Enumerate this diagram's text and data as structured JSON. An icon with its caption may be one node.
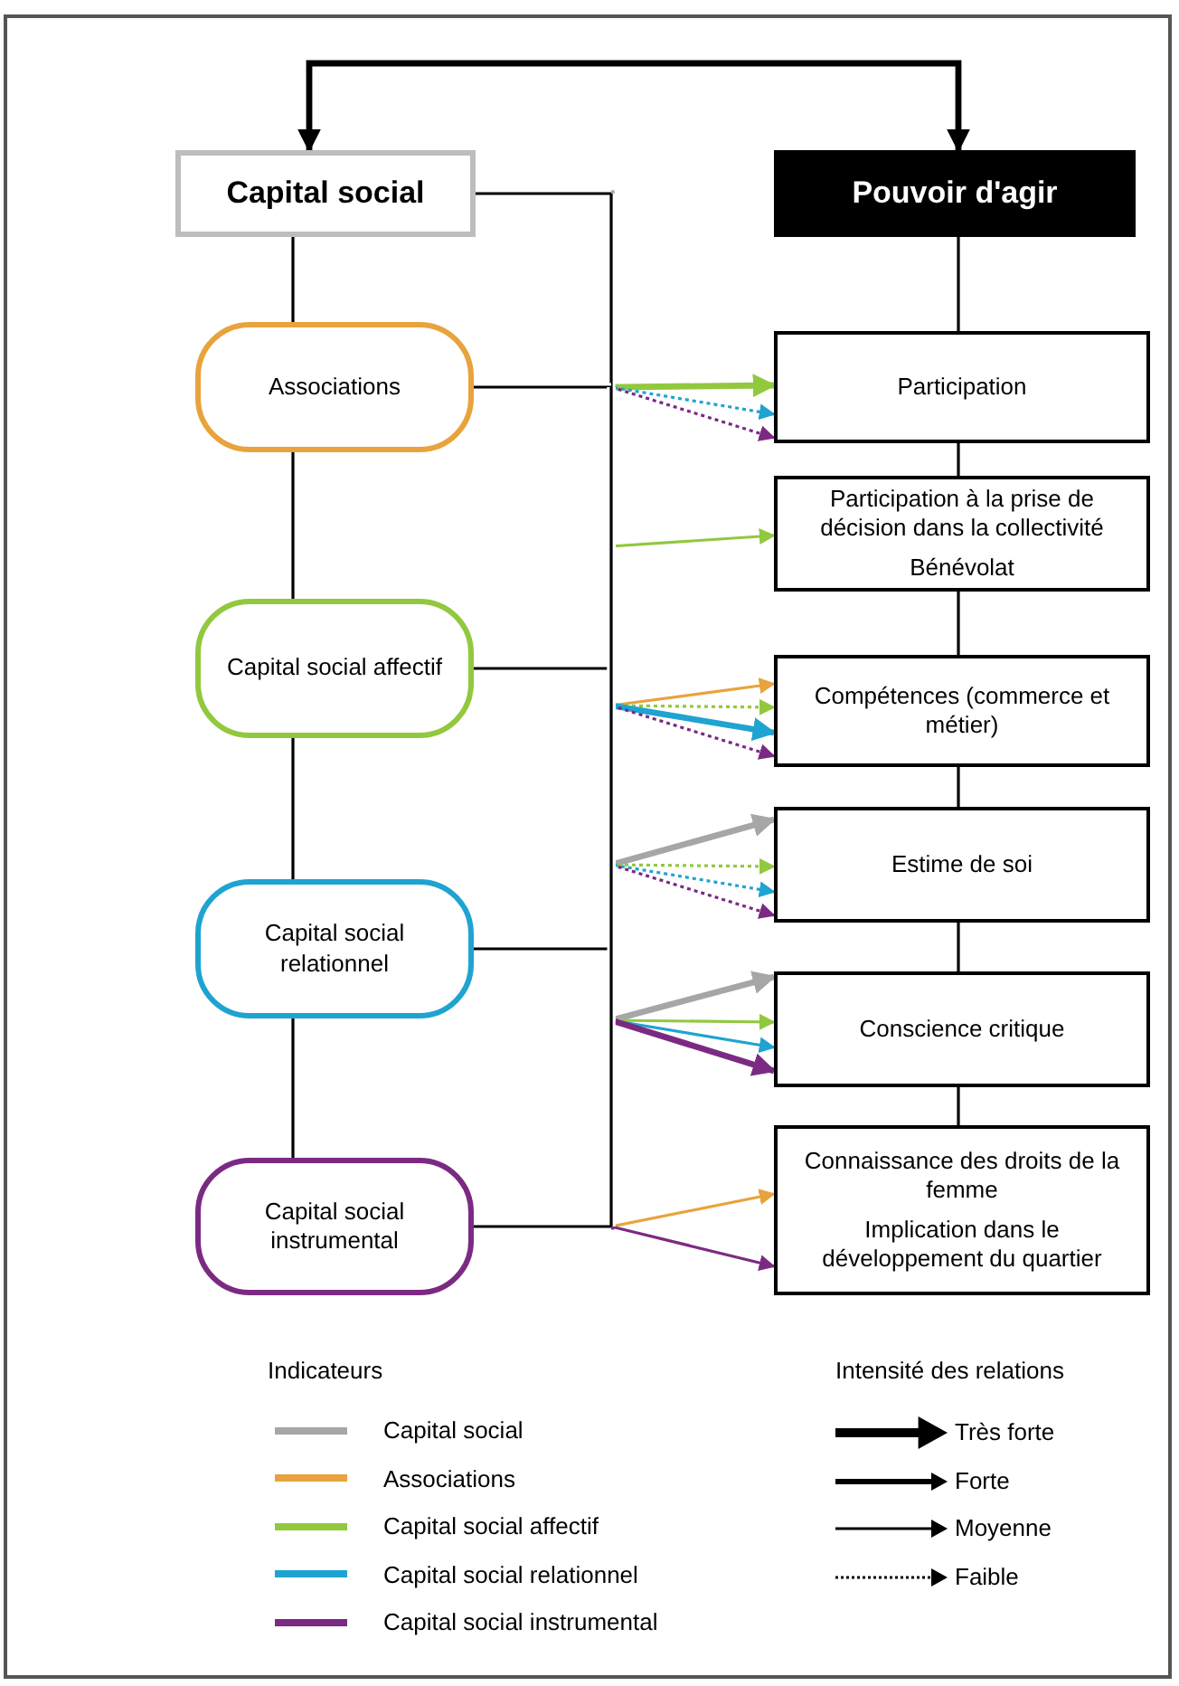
{
  "diagram": {
    "nodes": [
      {
        "text": [
          "Capital social"
        ]
      },
      {
        "text": [
          "Pouvoir d'agir"
        ]
      },
      {
        "text": [
          "Associations"
        ]
      },
      {
        "text": [
          "Capital social affectif"
        ]
      },
      {
        "text": [
          "Capital social relationnel"
        ]
      },
      {
        "text": [
          "Capital social instrumental"
        ]
      },
      {
        "text": [
          "Participation"
        ]
      },
      {
        "text": [
          "Participation à la prise de décision dans la collectivité",
          "Bénévolat"
        ]
      },
      {
        "text": [
          "Compétences (commerce et métier)"
        ]
      },
      {
        "text": [
          "Estime de soi"
        ]
      },
      {
        "text": [
          "Conscience critique"
        ]
      },
      {
        "text": [
          "Connaissance des droits de la femme",
          "Implication dans le développement du quartier"
        ]
      }
    ],
    "edges": [
      {
        "from": 0,
        "to": 1,
        "arrow": "both",
        "style": "thick"
      },
      {
        "from": 0,
        "to": 2,
        "arrow": "none"
      },
      {
        "from": 2,
        "to": 3,
        "arrow": "none"
      },
      {
        "from": 3,
        "to": 4,
        "arrow": "none"
      },
      {
        "from": 4,
        "to": 5,
        "arrow": "none"
      },
      {
        "from": 1,
        "to": 6,
        "arrow": "none"
      },
      {
        "from": 6,
        "to": 7,
        "arrow": "none"
      },
      {
        "from": 7,
        "to": 8,
        "arrow": "none"
      },
      {
        "from": 8,
        "to": 9,
        "arrow": "none"
      },
      {
        "from": 9,
        "to": 10,
        "arrow": "none"
      },
      {
        "from": 10,
        "to": 11,
        "arrow": "none"
      },
      {
        "from": 3,
        "to": 6,
        "arrow": "to",
        "style": "thick",
        "color": "#92c83e"
      },
      {
        "from": 4,
        "to": 6,
        "arrow": "to",
        "style": "dashed",
        "color": "#1fa3d1"
      },
      {
        "from": 5,
        "to": 6,
        "arrow": "to",
        "style": "dashed",
        "color": "#7b2a83"
      },
      {
        "from": 3,
        "to": 7,
        "arrow": "to",
        "color": "#92c83e"
      },
      {
        "from": 2,
        "to": 8,
        "arrow": "to",
        "color": "#e8a33d"
      },
      {
        "from": 3,
        "to": 8,
        "arrow": "to",
        "style": "dashed",
        "color": "#92c83e"
      },
      {
        "from": 4,
        "to": 8,
        "arrow": "to",
        "style": "thick",
        "color": "#1fa3d1"
      },
      {
        "from": 5,
        "to": 8,
        "arrow": "to",
        "style": "dashed",
        "color": "#7b2a83"
      },
      {
        "from": 0,
        "to": 9,
        "arrow": "to",
        "style": "thick",
        "color": "#a6a6a6"
      },
      {
        "from": 3,
        "to": 9,
        "arrow": "to",
        "style": "dashed",
        "color": "#92c83e"
      },
      {
        "from": 4,
        "to": 9,
        "arrow": "to",
        "style": "dashed",
        "color": "#1fa3d1"
      },
      {
        "from": 5,
        "to": 9,
        "arrow": "to",
        "style": "dashed",
        "color": "#7b2a83"
      },
      {
        "from": 0,
        "to": 10,
        "arrow": "to",
        "style": "thick",
        "color": "#a6a6a6"
      },
      {
        "from": 3,
        "to": 10,
        "arrow": "to",
        "color": "#92c83e"
      },
      {
        "from": 4,
        "to": 10,
        "arrow": "to",
        "color": "#1fa3d1"
      },
      {
        "from": 5,
        "to": 10,
        "arrow": "to",
        "style": "thick",
        "color": "#7b2a83"
      },
      {
        "from": 2,
        "to": 11,
        "arrow": "to",
        "color": "#e8a33d"
      },
      {
        "from": 5,
        "to": 11,
        "arrow": "to",
        "color": "#7b2a83"
      }
    ],
    "labels": [
      "Indicateurs",
      "Intensité des relations"
    ],
    "legend": [
      {
        "text": "Capital social",
        "color": "#a6a6a6"
      },
      {
        "text": "Associations",
        "color": "#e8a33d"
      },
      {
        "text": "Capital social affectif",
        "color": "#92c83e"
      },
      {
        "text": "Capital social relationnel",
        "color": "#1fa3d1"
      },
      {
        "text": "Capital social instrumental",
        "color": "#7b2a83"
      },
      {
        "text": "Très forte"
      },
      {
        "text": "Forte"
      },
      {
        "text": "Moyenne"
      },
      {
        "text": "Faible"
      }
    ]
  }
}
